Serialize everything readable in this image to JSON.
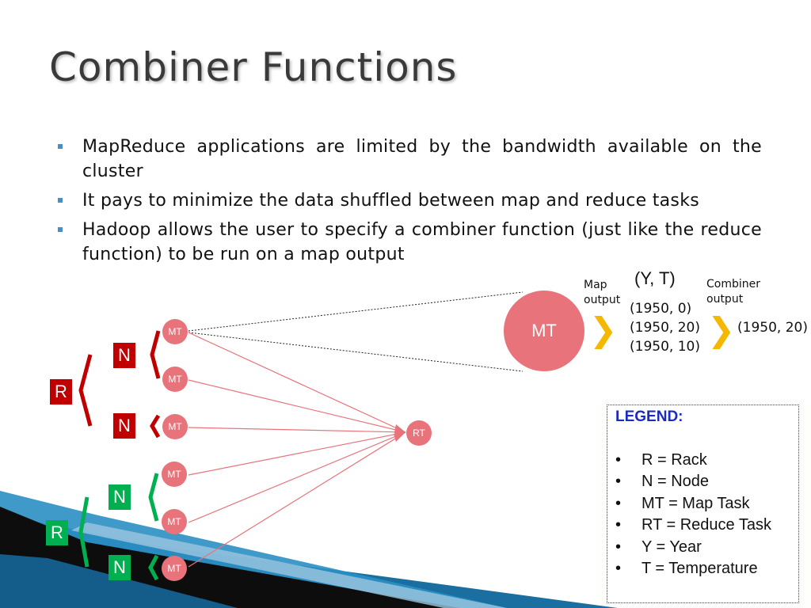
{
  "title": "Combiner Functions",
  "bullets": [
    "MapReduce applications are limited by the bandwidth available on the cluster",
    "It pays to minimize the data shuffled between map and reduce tasks",
    "Hadoop allows the user to specify a combiner function (just like the reduce function) to be run on a map output"
  ],
  "diagram": {
    "rack_label": "R",
    "node_label": "N",
    "map_task_label": "MT",
    "reduce_task_label": "RT",
    "big_node_label": "MT",
    "key_value_label": "(Y, T)",
    "map_output_label_1": "Map",
    "map_output_label_2": "output",
    "combiner_output_label_1": "Combiner",
    "combiner_output_label_2": "output",
    "map_output_values": [
      "(1950, 0)",
      "(1950, 20)",
      "(1950, 10)"
    ],
    "combiner_output_value": "(1950, 20)",
    "colors": {
      "rack1": "#c00000",
      "rack2": "#00b050",
      "node_circle": "#e8737a",
      "arrow": "#f5b800"
    }
  },
  "legend": {
    "title": "LEGEND:",
    "items": [
      "R = Rack",
      "N = Node",
      "MT = Map Task",
      "RT = Reduce Task",
      "Y = Year",
      "T = Temperature"
    ]
  }
}
